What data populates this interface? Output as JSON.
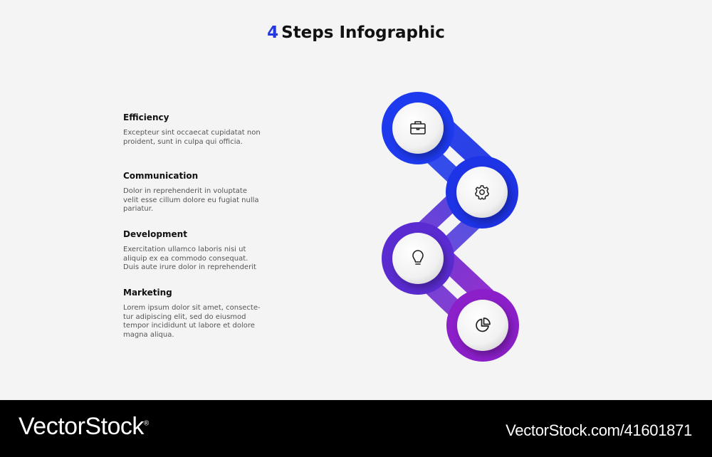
{
  "title": {
    "number": "4",
    "text": "Steps Infographic"
  },
  "steps": [
    {
      "title": "Efficiency",
      "text": "Excepteur sint occaecat cupidatat non\nproident, sunt in culpa qui officia.",
      "icon": "briefcase-icon",
      "color": "#1e3aef"
    },
    {
      "title": "Communication",
      "text": "Dolor in reprehenderit in voluptate\nvelit esse cillum dolore eu fugiat nulla\npariatur.",
      "icon": "gear-icon",
      "color": "#1d33e6"
    },
    {
      "title": "Development",
      "text": "Exercitation ullamco laboris nisi ut\naliquip ex ea commodo consequat.\nDuis aute irure dolor in reprehenderit",
      "icon": "lightbulb-icon",
      "color": "#5a2bd1"
    },
    {
      "title": "Marketing",
      "text": "Lorem ipsum dolor sit amet, consecte-\ntur adipiscing elit, sed do eiusmod\ntempor incididunt ut labore et dolore\nmagna aliqua.",
      "icon": "pie-chart-icon",
      "color": "#8b1fc9"
    }
  ],
  "footer": {
    "brand": "VectorStock",
    "brand_mark": "®",
    "image_id": "VectorStock.com/41601871"
  }
}
